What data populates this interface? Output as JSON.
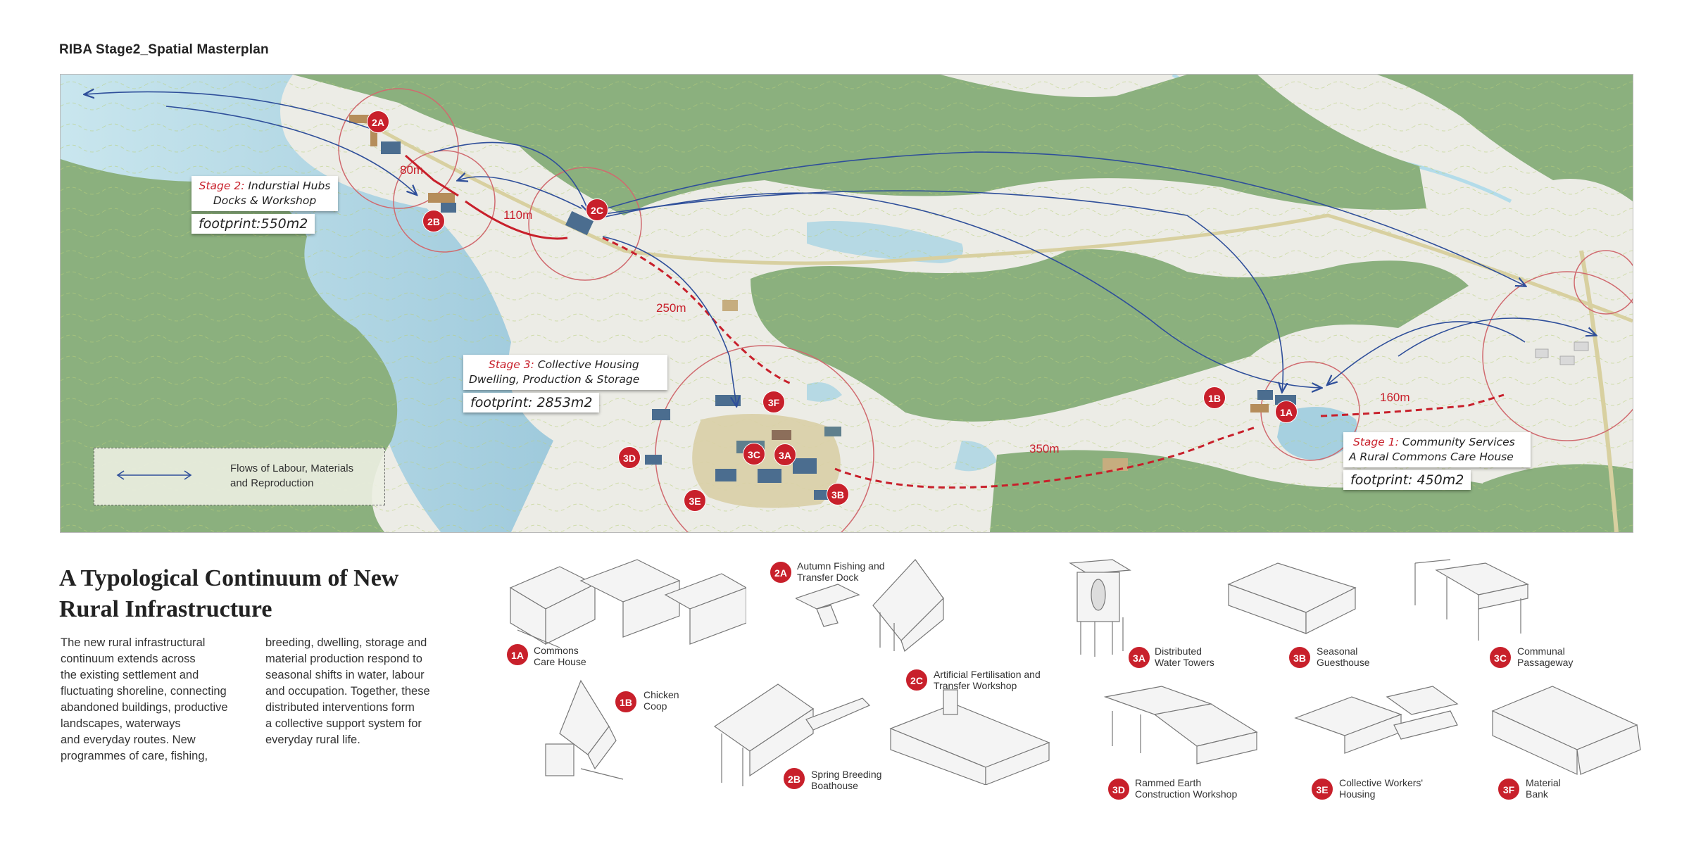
{
  "page_title": "RIBA Stage2_Spatial Masterplan",
  "colors": {
    "accent_red": "#c8202b",
    "flow_blue": "#2f4f9a",
    "forest_green": "#8bb07e",
    "water_blue": "#a9d3e2",
    "land": "#ecece6",
    "built_area": "#d9cfa6"
  },
  "map": {
    "callouts": [
      {
        "id": "stage2",
        "stage": "Stage 2:",
        "line1": "Indurstial Hubs",
        "line2": "Docks & Workshop",
        "footprint": "footprint:550m2"
      },
      {
        "id": "stage3",
        "stage": "Stage 3:",
        "line1": "Collective Housing",
        "line2": "Dwelling, Production & Storage",
        "footprint": "footprint: 2853m2"
      },
      {
        "id": "stage1",
        "stage": "Stage 1:",
        "line1": "Community Services",
        "line2": "A Rural Commons Care House",
        "footprint": "footprint: 450m2"
      }
    ],
    "distances": [
      "80m",
      "110m",
      "250m",
      "350m",
      "160m"
    ],
    "markers": [
      "2A",
      "2B",
      "2C",
      "3A",
      "3B",
      "3C",
      "3D",
      "3E",
      "3F",
      "1A",
      "1B"
    ],
    "legend": {
      "line1": "Flows of Labour, Materials",
      "line2": "and Reproduction"
    }
  },
  "section": {
    "heading": "A Typological Continuum of New Rural Infrastructure",
    "col1": "The new rural infrastructural\ncontinuum extends across\nthe existing settlement and\nfluctuating shoreline, connecting\nabandoned buildings, productive\nlandscapes, waterways\nand everyday routes. New\nprogrammes of care, fishing,",
    "col2": "breeding, dwelling, storage and\nmaterial production respond to\nseasonal shifts in water, labour\nand occupation. Together, these\ndistributed interventions form\na collective support system for\neveryday rural life."
  },
  "typologies": [
    {
      "code": "1A",
      "label": "Commons\nCare House"
    },
    {
      "code": "2A",
      "label": "Autumn Fishing and\nTransfer Dock"
    },
    {
      "code": "3A",
      "label": "Distributed\nWater Towers"
    },
    {
      "code": "3B",
      "label": "Seasonal\nGuesthouse"
    },
    {
      "code": "3C",
      "label": "Communal\nPassageway"
    },
    {
      "code": "1B",
      "label": "Chicken\nCoop"
    },
    {
      "code": "2B",
      "label": "Spring Breeding\nBoathouse"
    },
    {
      "code": "2C",
      "label": "Artificial Fertilisation and\nTransfer Workshop"
    },
    {
      "code": "3D",
      "label": "Rammed Earth\nConstruction Workshop"
    },
    {
      "code": "3E",
      "label": "Collective Workers'\nHousing"
    },
    {
      "code": "3F",
      "label": "Material\nBank"
    }
  ]
}
